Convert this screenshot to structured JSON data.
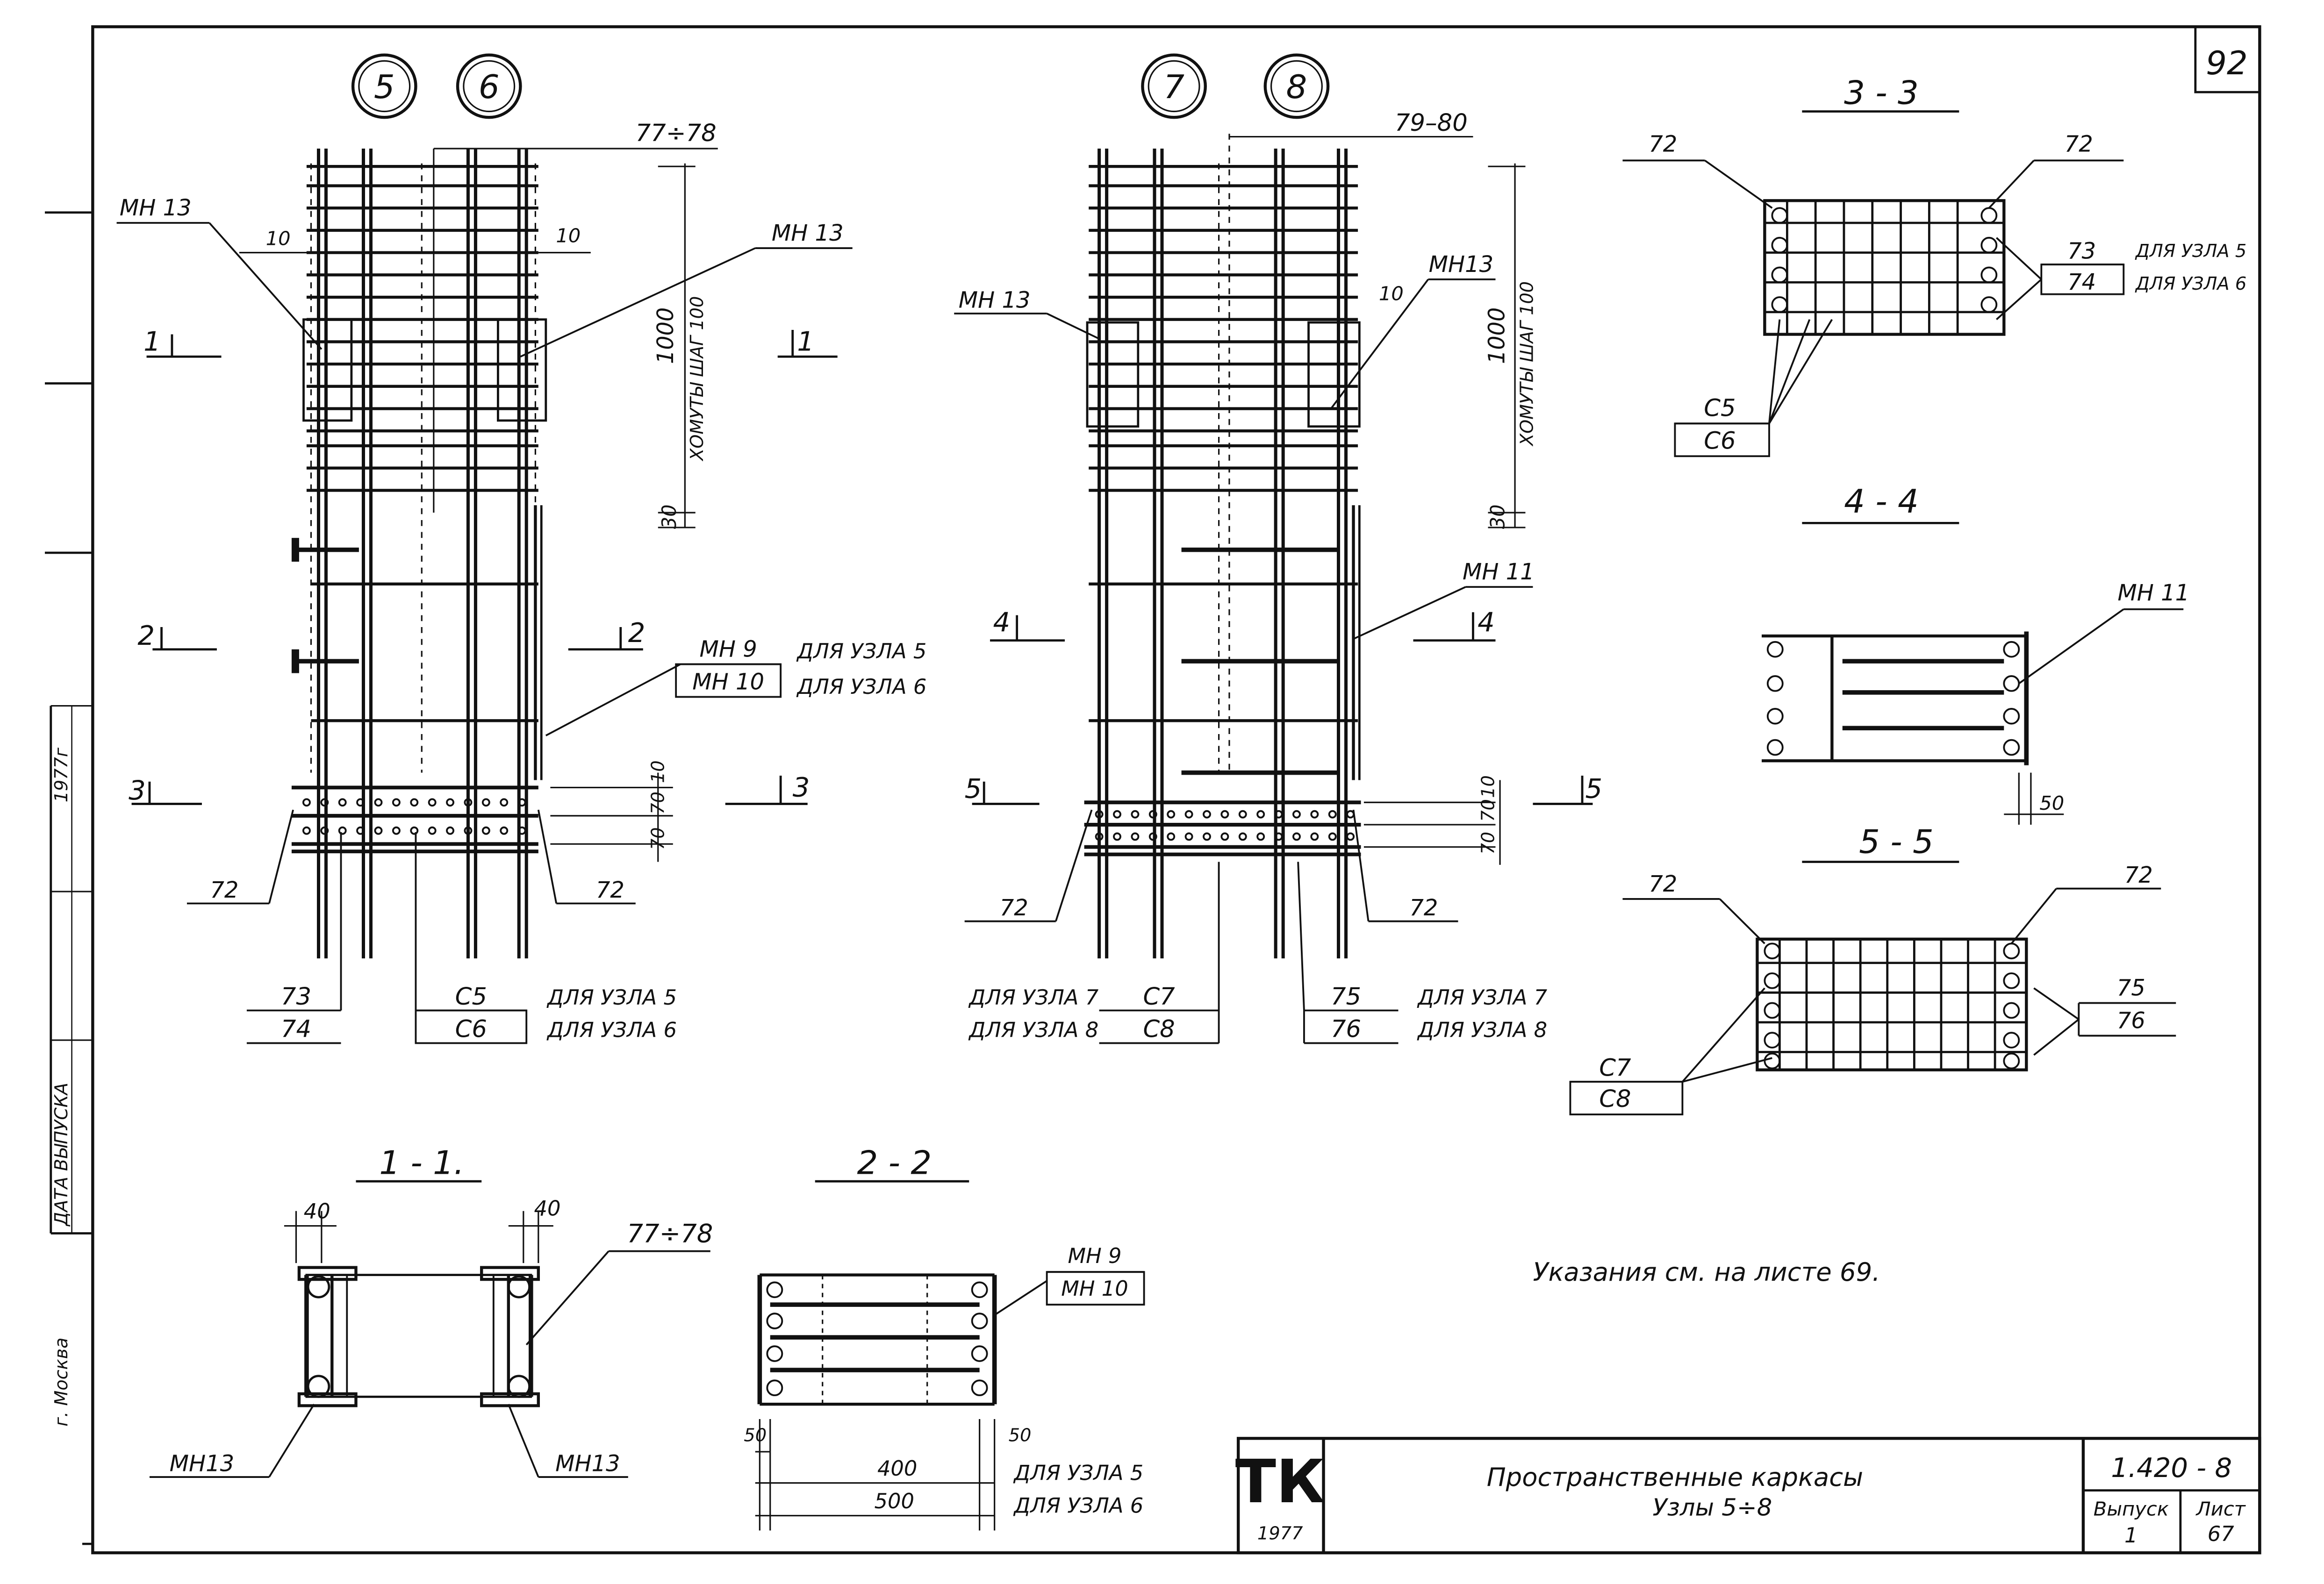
{
  "sheet_number": "92",
  "node_markers": {
    "group_left": [
      "5",
      "6"
    ],
    "group_right": [
      "7",
      "8"
    ]
  },
  "elevation_left": {
    "width_label": "77÷78",
    "height_label": "1000",
    "stirrup_label": "ХОМУТЫ ШАГ 100",
    "offset_30": "30",
    "dim_10_left": "10",
    "dim_10_right": "10",
    "dims_bottom": [
      "10",
      "70",
      "70"
    ],
    "mn13_left": "МН 13",
    "mn13_right": "МН 13",
    "mn9": "МН 9",
    "mn10": "МН 10",
    "for_node5": "ДЛЯ УЗЛА 5",
    "for_node6": "ДЛЯ УЗЛА 6",
    "rebar_72_left": "72",
    "rebar_72_right": "72",
    "r73": "73",
    "r74": "74",
    "c5": "С5",
    "c6": "С6",
    "c_for_node5": "ДЛЯ УЗЛА 5",
    "c_for_node6": "ДЛЯ УЗЛА 6",
    "sections": [
      {
        "num": "1",
        "side": "left"
      },
      {
        "num": "1",
        "side": "right"
      },
      {
        "num": "2",
        "side": "left"
      },
      {
        "num": "2",
        "side": "right"
      },
      {
        "num": "3",
        "side": "left"
      },
      {
        "num": "3",
        "side": "right"
      }
    ]
  },
  "elevation_right": {
    "width_label": "79–80",
    "height_label": "1000",
    "stirrup_label": "ХОМУТЫ ШАГ 100",
    "offset_30": "30",
    "dim_10": "10",
    "dims_bottom": [
      "10",
      "70",
      "70"
    ],
    "mn13_left": "МН 13",
    "mn13_right": "МН13",
    "mn11": "МН 11",
    "rebar_72_left": "72",
    "rebar_72_right": "72",
    "for_node7": "ДЛЯ УЗЛА 7",
    "for_node8": "ДЛЯ УЗЛА 8",
    "c7": "С7",
    "c8": "С8",
    "r75": "75",
    "r76": "76",
    "r_for_node7": "ДЛЯ УЗЛА 7",
    "r_for_node8": "ДЛЯ УЗЛА 8",
    "sections": [
      {
        "num": "4",
        "side": "left"
      },
      {
        "num": "4",
        "side": "right"
      },
      {
        "num": "5",
        "side": "left"
      },
      {
        "num": "5",
        "side": "right"
      }
    ]
  },
  "section_3_3": {
    "title": "3 - 3",
    "r72_left": "72",
    "r72_right": "72",
    "r73": "73",
    "r74": "74",
    "for_node5": "ДЛЯ УЗЛА 5",
    "for_node6": "ДЛЯ УЗЛА 6",
    "c5": "С5",
    "c6": "С6"
  },
  "section_4_4": {
    "title": "4 - 4",
    "mn11": "МН 11",
    "dim_50": "50"
  },
  "section_5_5": {
    "title": "5 - 5",
    "r72_left": "72",
    "r72_right": "72",
    "r75": "75",
    "r76": "76",
    "c7": "С7",
    "c8": "С8"
  },
  "section_1_1": {
    "title": "1 - 1.",
    "dim_40_left": "40",
    "dim_40_right": "40",
    "r77_78": "77÷78",
    "mn13_left": "МН13",
    "mn13_right": "МН13"
  },
  "section_2_2": {
    "title": "2 - 2",
    "mn9": "МН 9",
    "mn10": "МН 10",
    "dim_50_left": "50",
    "dim_50_right": "50",
    "dim_400": "400",
    "dim_500": "500",
    "for_node5": "ДЛЯ УЗЛА 5",
    "for_node6": "ДЛЯ УЗЛА 6"
  },
  "note": "Указания см. на листе 69.",
  "left_margin": {
    "date_label": "ДАТА ВЫПУСКА",
    "year": "1977г",
    "city": "г. Москва"
  },
  "title_block": {
    "logo": "ТК",
    "logo_year": "1977",
    "title_line1": "Пространственные каркасы",
    "title_line2": "Узлы 5÷8",
    "series": "1.420 - 8",
    "issue_label": "Выпуск",
    "issue_value": "1",
    "sheet_label": "Лист",
    "sheet_value": "67"
  },
  "colors": {
    "ink": "#111111",
    "paper": "#ffffff"
  }
}
